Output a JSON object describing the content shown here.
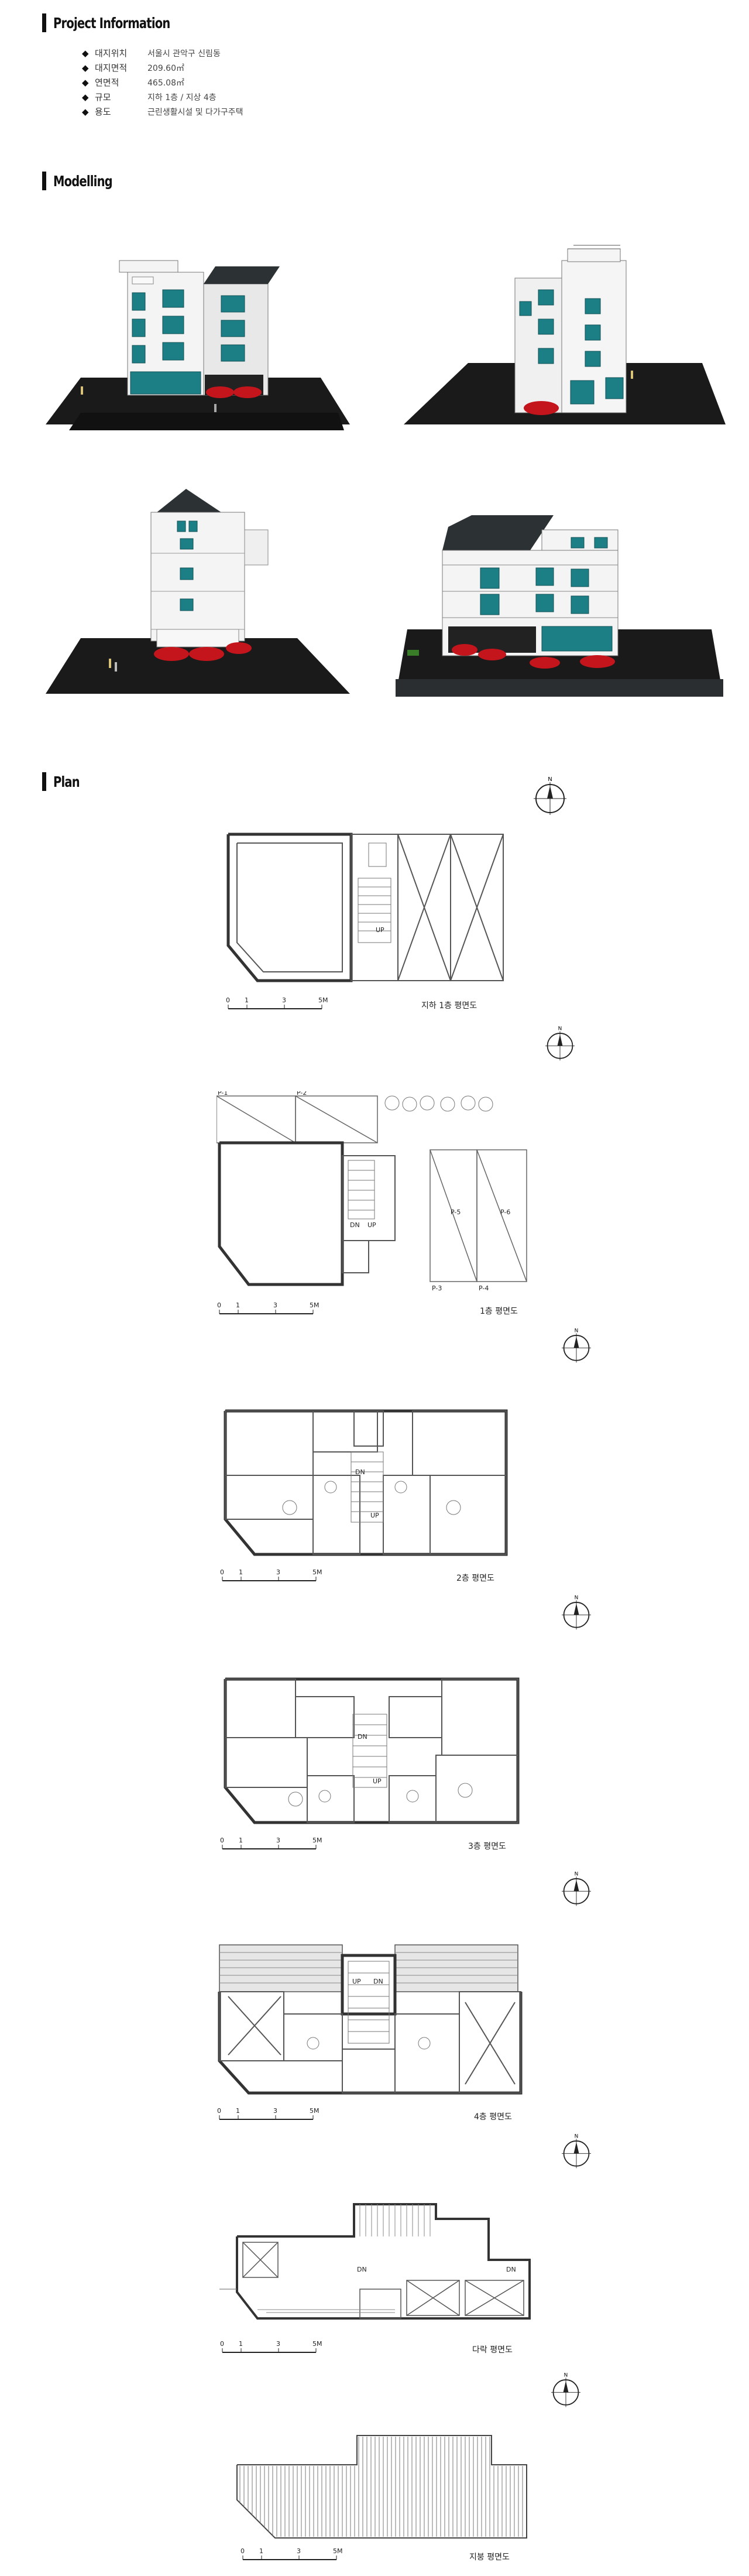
{
  "sections": {
    "project_info": "Project Information",
    "modelling": "Modelling",
    "plan": "Plan"
  },
  "project_info": [
    {
      "label": "대지위치",
      "value": "서울시 관악구 신림동"
    },
    {
      "label": "대지면적",
      "value": "209.60㎡"
    },
    {
      "label": "연면적",
      "value": "465.08㎡"
    },
    {
      "label": "규모",
      "value": "지하 1층 / 지상 4층"
    },
    {
      "label": "용도",
      "value": "근린생활시설 및 다가구주택"
    }
  ],
  "bullet": "◆",
  "plans": [
    {
      "label": "지하 1층 평면도"
    },
    {
      "label": "1층 평면도"
    },
    {
      "label": "2층 평면도"
    },
    {
      "label": "3층 평면도"
    },
    {
      "label": "4층 평면도"
    },
    {
      "label": "다락 평면도"
    },
    {
      "label": "지붕 평면도"
    }
  ],
  "scale": {
    "t0": "0",
    "t1": "1",
    "t3": "3",
    "t5": "5M"
  },
  "compass_letter": "N",
  "parking_labels": [
    "P-1",
    "P-2",
    "P-3",
    "P-4",
    "P-5",
    "P-6"
  ],
  "stair_labels": {
    "up": "UP",
    "dn": "DN"
  },
  "colors": {
    "glass": "#1c7f86",
    "car": "#c4151c",
    "ground": "#1a1a1a",
    "roof": "#2c3134"
  }
}
